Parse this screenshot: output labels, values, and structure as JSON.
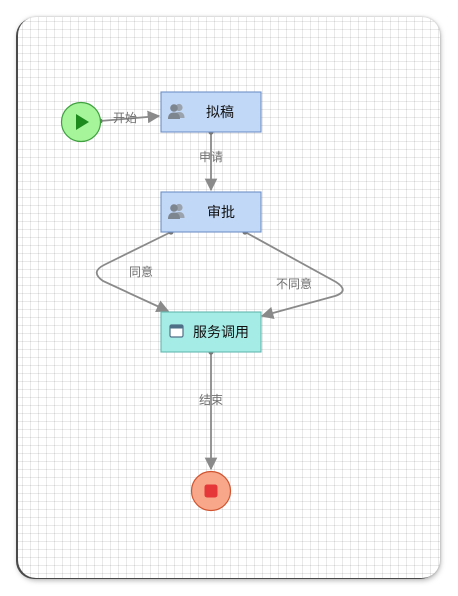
{
  "nodes": {
    "start": {
      "kind": "start-event",
      "icon": "play-icon"
    },
    "draft": {
      "label": "拟稿",
      "icon": "user-task-icon"
    },
    "approve": {
      "label": "审批",
      "icon": "user-task-icon"
    },
    "service": {
      "label": "服务调用",
      "icon": "service-window-icon"
    },
    "end": {
      "kind": "end-event",
      "icon": "stop-icon"
    }
  },
  "edges": {
    "start_to_draft": "开始",
    "draft_to_approve": "申请",
    "approve_to_service_agree": "同意",
    "approve_to_service_disagree": "不同意",
    "service_to_end": "结束"
  },
  "colors": {
    "task_fill": "#c2d8f7",
    "task_stroke": "#6e8fc7",
    "service_fill": "#a6ece6",
    "service_stroke": "#63b9b1",
    "start_fill": "#a6f59a",
    "start_stroke": "#3fa03f",
    "start_icon": "#1d8a1d",
    "end_fill": "#f8a78a",
    "end_stroke": "#d0542f",
    "end_icon": "#e5363a",
    "edge": "#8a8a8a"
  }
}
